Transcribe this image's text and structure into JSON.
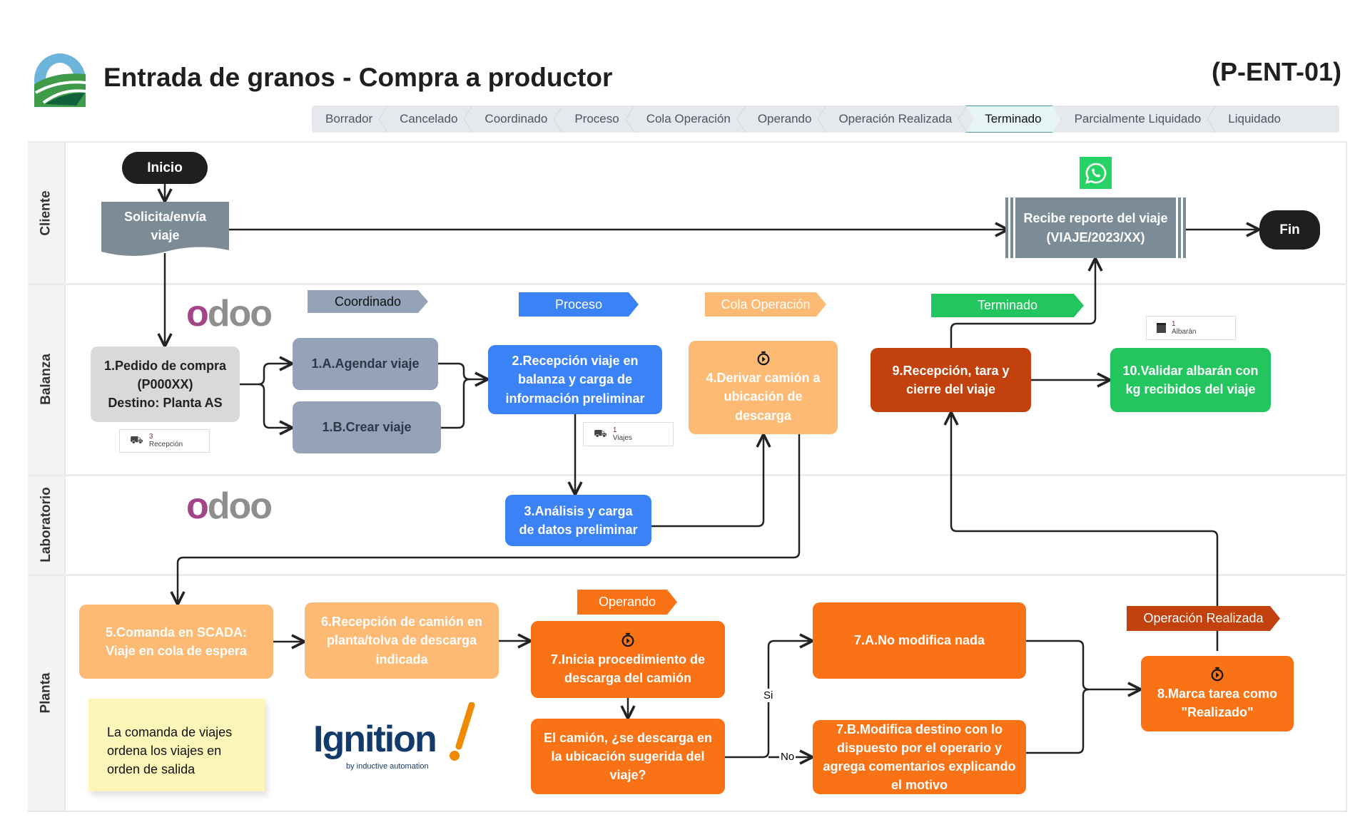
{
  "header": {
    "title": "Entrada de granos - Compra a productor",
    "code": "(P-ENT-01)",
    "logo_icon": "company-field-logo"
  },
  "statusbar": {
    "items": [
      "Borrador",
      "Cancelado",
      "Coordinado",
      "Proceso",
      "Cola Operación",
      "Operando",
      "Operación Realizada",
      "Terminado",
      "Parcialmente Liquidado",
      "Liquidado"
    ],
    "active": "Terminado"
  },
  "lanes": [
    "Cliente",
    "Balanza",
    "Laboratorio",
    "Planta"
  ],
  "cliente": {
    "start": "Inicio",
    "request": "Solicita/envía viaje",
    "report_line1": "Recibe reporte del viaje",
    "report_line2": "(VIAJE/2023/XX)",
    "end": "Fin",
    "whatsapp_icon": "whatsapp-icon"
  },
  "balanza": {
    "logo": "odoo",
    "tags": {
      "coordinado": "Coordinado",
      "proceso": "Proceso",
      "cola": "Cola Operación",
      "terminado": "Terminado"
    },
    "pedido": [
      "1.Pedido de compra",
      "(P000XX)",
      "Destino: Planta AS"
    ],
    "recepcion_badge": {
      "count": "3",
      "label": "Recepción"
    },
    "agendar": "1.A.Agendar viaje",
    "crear": "1.B.Crear viaje",
    "recepcion_viaje": "2.Recepción viaje en balanza y carga de información preliminar",
    "viajes_badge": {
      "count": "1",
      "label": "Viajes"
    },
    "derivar": "4.Derivar camión a ubicación de descarga",
    "cierre": "9.Recepción, tara y cierre del viaje",
    "validar": "10.Validar albarán con kg recibidos del viaje",
    "albaran_badge": {
      "count": "1",
      "label": "Albarán"
    }
  },
  "laboratorio": {
    "logo": "odoo",
    "analisis": "3.Análisis y carga de datos preliminar"
  },
  "planta": {
    "comanda": "5.Comanda en SCADA: Viaje en cola de espera",
    "recepcion_camion": "6.Recepción de camión en planta/tolva de descarga indicada",
    "operando_tag": "Operando",
    "inicia": "7.Inicia procedimiento de descarga del camión",
    "pregunta": "El camión, ¿se descarga en la ubicación sugerida del viaje?",
    "si": "Si",
    "no": "No",
    "no_modifica": "7.A.No modifica nada",
    "modifica": "7.B.Modifica destino con lo dispuesto por el operario y agrega comentarios explicando el motivo",
    "realizada_tag": "Operación Realizada",
    "marca": "8.Marca tarea como \"Realizado\"",
    "note": "La comanda de viajes ordena los viajes en orden de salida",
    "ignition_logo": "Ignition",
    "ignition_sub": "by inductive automation"
  },
  "colors": {
    "gray_box": "#d9d9d9",
    "slate": "#94a3b8",
    "blue": "#3b82f6",
    "light_orange": "#fdba74",
    "orange": "#f97316",
    "dark_orange": "#c2410c",
    "green": "#22c55e",
    "report": "#7c8c96"
  }
}
